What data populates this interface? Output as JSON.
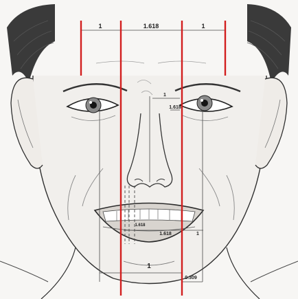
{
  "diagram": {
    "labels": {
      "top_left": "1",
      "top_center": "1.618",
      "top_right": "1",
      "eye_small": "1",
      "eye_ratio": "1.618",
      "smile_center": "1.618",
      "smile_right": "1",
      "smile_left": "1.618",
      "chin_width": "1",
      "chin_ratio": "0.309"
    },
    "colors": {
      "guide_red": "#d21e1e",
      "line_ink": "#2a2a2a",
      "skin_shade": "#e9e6e2"
    }
  }
}
